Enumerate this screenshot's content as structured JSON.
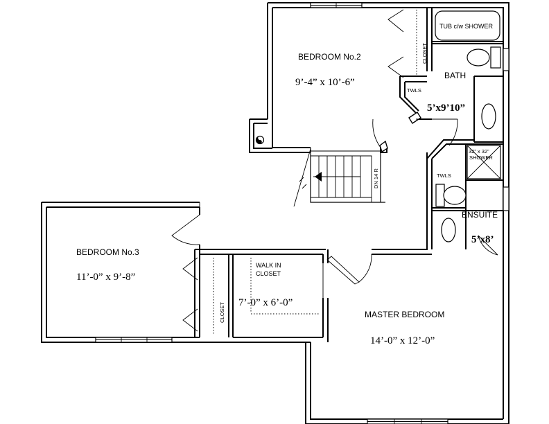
{
  "rooms": {
    "bedroom2": {
      "name": "BEDROOM No.2",
      "size": "9’-4” x 10’-6”"
    },
    "bedroom3": {
      "name": "BEDROOM No.3",
      "size": "11’-0” x 9’-8”"
    },
    "master": {
      "name": "MASTER BEDROOM",
      "size": "14’-0” x 12’-0”"
    },
    "walkin": {
      "name_line1": "WALK IN",
      "name_line2": "CLOSET",
      "size": "7’-0” x 6’-0”"
    },
    "bath": {
      "name": "BATH",
      "size": "5’x9’10”"
    },
    "ensuite": {
      "name": "ENSUITE",
      "size": "5’x8’"
    }
  },
  "fixtures": {
    "tub": "TUB c/w SHOWER",
    "shower_line1": "32” x 32”",
    "shower_line2": "SHOWER",
    "towels_bath": "TWLS",
    "towels_ensuite": "TWLS"
  },
  "closets": {
    "bedroom2_closet": "CLOSET",
    "bedroom3_closet": "CLOSET"
  },
  "stairs": {
    "label": "DN 14 R"
  }
}
